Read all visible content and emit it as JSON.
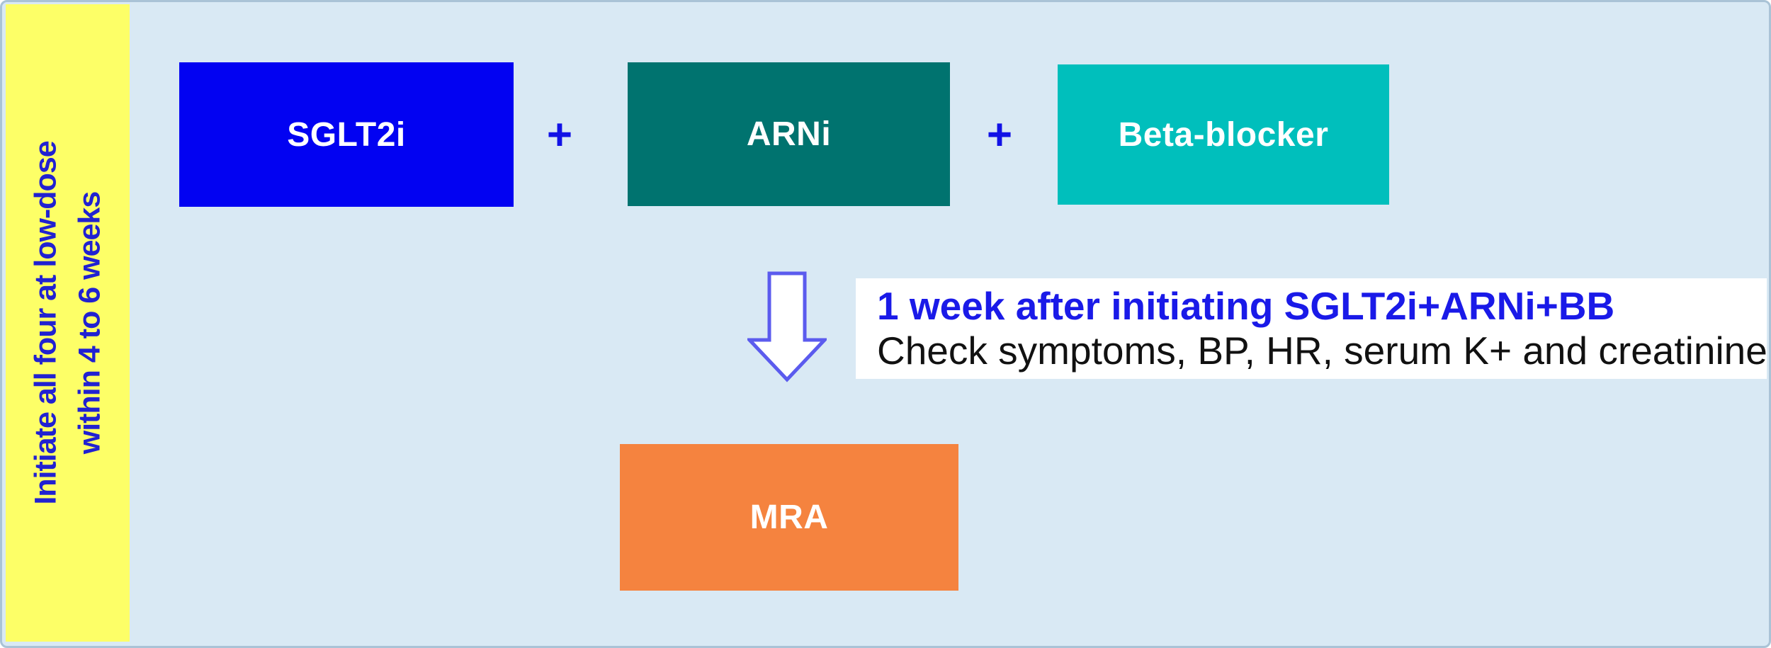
{
  "page": {
    "background": "#d9e9f4",
    "border_color": "#aac3d6"
  },
  "sidebar": {
    "bg": "#fdff67",
    "text_color": "#2121d1",
    "lines": {
      "0": "Initiate all four at low-dose",
      "1": "within 4 to 6 weeks"
    }
  },
  "plus_separator": "+",
  "plus_color": "#1212e6",
  "drugs": {
    "sglt2i": {
      "label": "SGLT2i",
      "color": "#0202f2",
      "text_color": "#ffffff"
    },
    "arni": {
      "label": "ARNi",
      "color": "#00736f",
      "text_color": "#ffffff"
    },
    "betablocker": {
      "label": "Beta-blocker",
      "color": "#00bfbc",
      "text_color": "#ffffff"
    },
    "mra": {
      "label": "MRA",
      "color": "#f5833f",
      "text_color": "#ffffff"
    }
  },
  "arrow": {
    "direction": "down",
    "fill": "#ffffff",
    "outline": "#5b5bee"
  },
  "note": {
    "bg": "#ffffff",
    "title": "1 week after initiating SGLT2i+ARNi+BB",
    "title_color": "#1a1ae8",
    "body": "Check symptoms, BP, HR, serum K+ and creatinine",
    "body_color": "#111111"
  }
}
